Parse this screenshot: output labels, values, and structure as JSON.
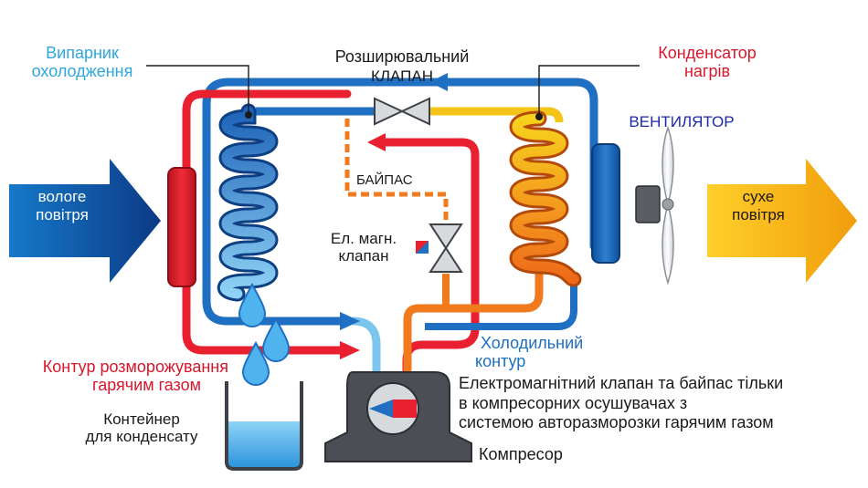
{
  "labels": {
    "evaporator_line1": "Випарник",
    "evaporator_line2": "охолодження",
    "expansion_line1": "Розширювальний",
    "expansion_line2": "КЛАПАН",
    "condenser_line1": "Конденсатор",
    "condenser_line2": "нагрів",
    "fan": "ВЕНТИЛЯТОР",
    "humid_air_line1": "вологе",
    "humid_air_line2": "повітря",
    "dry_air_line1": "сухе",
    "dry_air_line2": "повітря",
    "bypass": "БАЙПАС",
    "solenoid_line1": "Ел. магн.",
    "solenoid_line2": "клапан",
    "defrost_line1": "Контур розморожування",
    "defrost_line2": "гарячим газом",
    "cold_circuit_line1": "Холодильний",
    "cold_circuit_line2": "контур",
    "container_line1": "Контейнер",
    "container_line2": "для конденсату",
    "note_line1": "Електромагнітний клапан та байпас тільки",
    "note_line2": "в компресорних осушувачах з",
    "note_line3": "системою авторазморозки гарячим газом",
    "compressor": "Компресор"
  },
  "colors": {
    "cold_blue": "#1f6fc3",
    "light_blue": "#62b7e6",
    "hot_red": "#e8202f",
    "warm_orange": "#f07a1c",
    "warm_yellow": "#f5c418",
    "dark_navy": "#0d3f86",
    "label_blue": "#2da7de",
    "label_red": "#d9162b",
    "fan_blue": "#1c2aa8",
    "dry_air_gold": "#f3a90e",
    "body_gray": "#4b4f55",
    "water_blue": "#4fb4ee"
  }
}
